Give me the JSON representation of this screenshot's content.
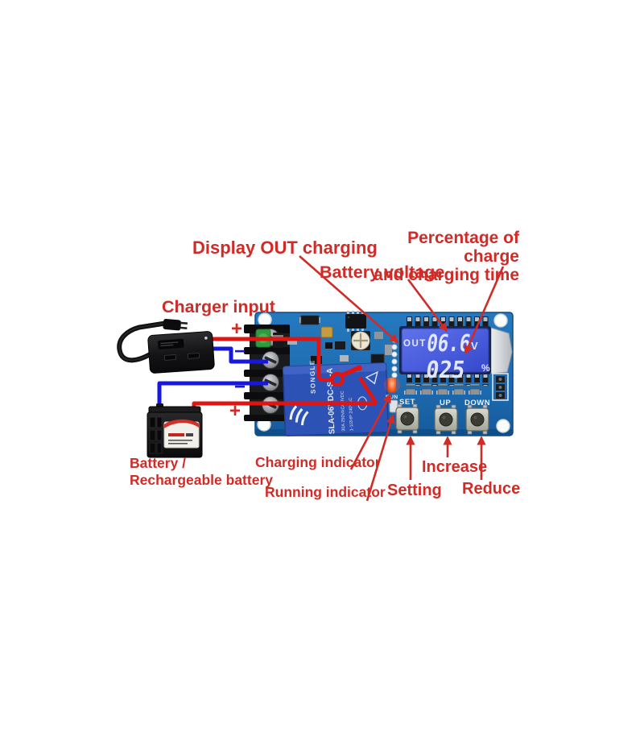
{
  "annotations": {
    "display_out": "Display OUT charging",
    "percentage_1": "Percentage of charge",
    "percentage_2": "and charging time",
    "battery_voltage": "Battery voltage",
    "charger_input": "Charger input",
    "charging_indicator": "Charging indicator",
    "running_indicator": "Running indicator",
    "setting": "Setting",
    "increase": "Increase",
    "reduce": "Reduce",
    "battery_1": "Battery /",
    "battery_2": "Rechargeable battery",
    "charger_plus": "+",
    "charger_minus": "−",
    "battery_minus": "−",
    "battery_plus": "+"
  },
  "board": {
    "lcd": {
      "mode": "OUT",
      "voltage": "06.6",
      "voltage_unit": "V",
      "percent": "025",
      "percent_unit": "%"
    },
    "silkscreen": {
      "run": "RUN",
      "buttons": [
        "SET",
        "UP",
        "DOWN"
      ]
    },
    "relay": {
      "brand": "SONGLE",
      "model": "SLA-06VDC-SL-A",
      "rating_1": "30A 250VAC/30VDC",
      "rating_2": "1-1/2HP 240VAC"
    }
  },
  "colors": {
    "annotation_red": "#cf2c28",
    "wire_red": "#e01512",
    "wire_blue": "#1717dd",
    "pcb_blue": "#2173b8",
    "relay_blue": "#2d52b6",
    "lcd_screen_blue": "#4a5ede",
    "lcd_text": "#e2e7ff",
    "charging_led_orange": "#f04818"
  }
}
